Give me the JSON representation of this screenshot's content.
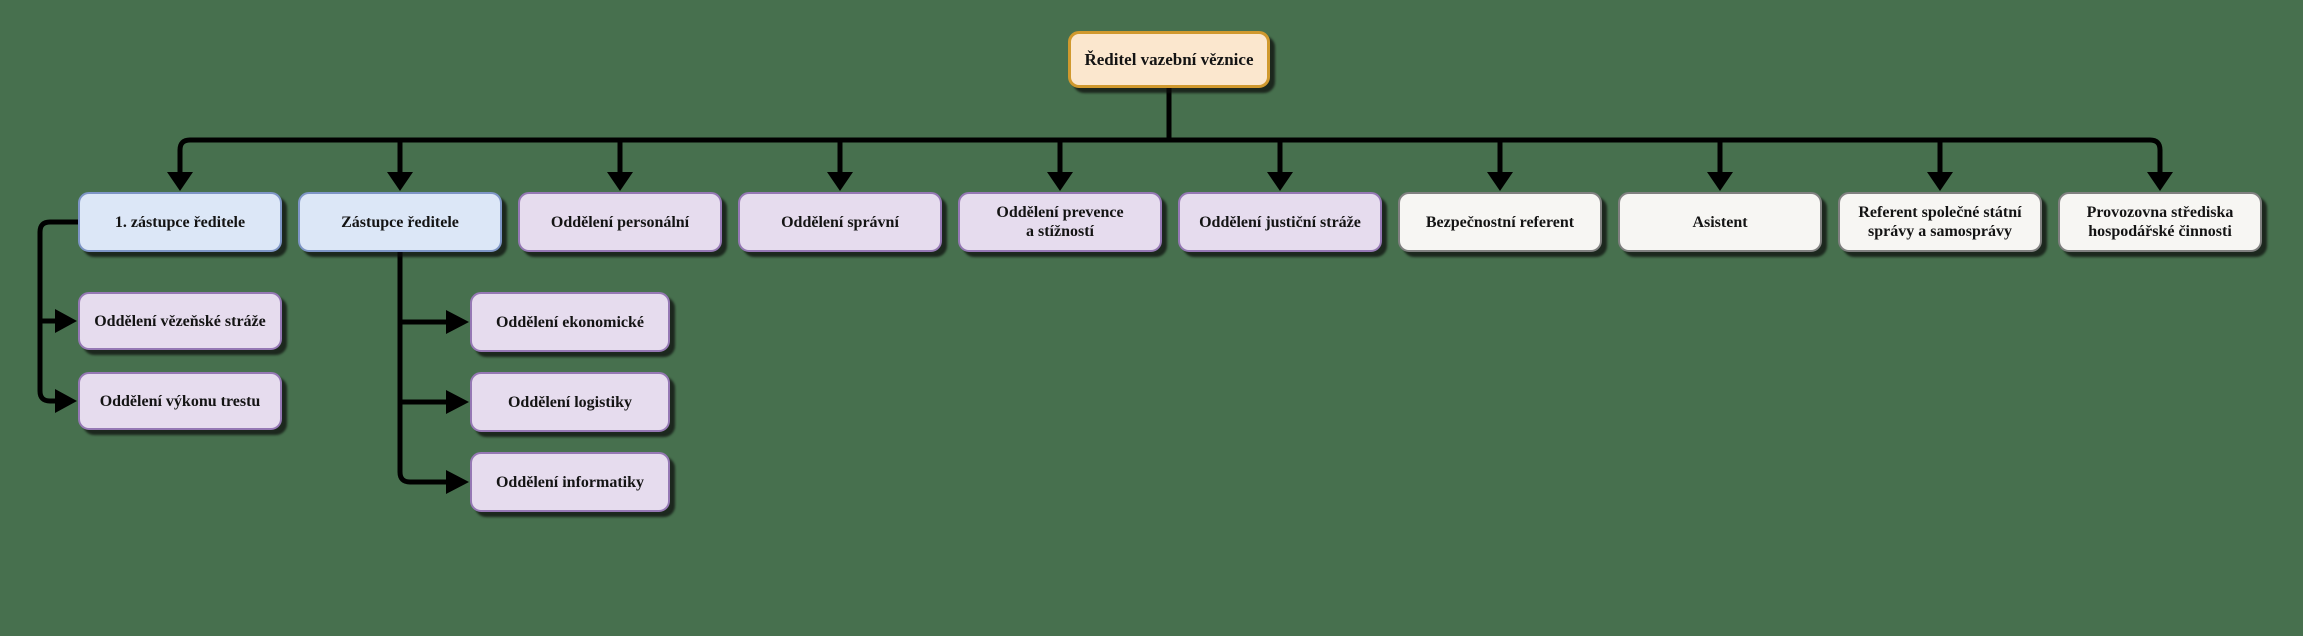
{
  "org": {
    "root": {
      "lines": [
        "Ředitel vazební věznice"
      ]
    },
    "level2": [
      {
        "id": "first-deputy",
        "lines": [
          "1. zástupce ředitele"
        ]
      },
      {
        "id": "deputy",
        "lines": [
          "Zástupce ředitele"
        ]
      },
      {
        "id": "dept-personalni",
        "lines": [
          "Oddělení personální"
        ]
      },
      {
        "id": "dept-spravni",
        "lines": [
          "Oddělení správní"
        ]
      },
      {
        "id": "dept-prevence",
        "lines": [
          "Oddělení prevence",
          "a stížností"
        ]
      },
      {
        "id": "dept-justicni-straze",
        "lines": [
          "Oddělení justiční stráže"
        ]
      },
      {
        "id": "bezpecnostni-referent",
        "lines": [
          "Bezpečnostní referent"
        ]
      },
      {
        "id": "asistent",
        "lines": [
          "Asistent"
        ]
      },
      {
        "id": "referent-spolecne",
        "lines": [
          "Referent společné státní",
          "správy a samosprávy"
        ]
      },
      {
        "id": "provozovna-strediska",
        "lines": [
          "Provozovna střediska",
          "hospodářské činnosti"
        ]
      }
    ],
    "first_deputy_children": [
      {
        "id": "dept-vezenske-straze",
        "lines": [
          "Oddělení vězeňské stráže"
        ]
      },
      {
        "id": "dept-vykonu-trestu",
        "lines": [
          "Oddělení výkonu trestu"
        ]
      }
    ],
    "deputy_children": [
      {
        "id": "dept-ekonomicke",
        "lines": [
          "Oddělení ekonomické"
        ]
      },
      {
        "id": "dept-logistiky",
        "lines": [
          "Oddělení logistiky"
        ]
      },
      {
        "id": "dept-informatiky",
        "lines": [
          "Oddělení informatiky"
        ]
      }
    ]
  },
  "colors": {
    "background": "#47704E",
    "director_fill": "#FBE7CE",
    "director_border": "#D0992E",
    "deputy_fill": "#DCE7F7",
    "deputy_border": "#7E95C6",
    "department_fill": "#E6DCEE",
    "department_border": "#9578B4",
    "staff_fill": "#F7F6F3",
    "staff_border": "#808080",
    "connector": "#000000",
    "text": "#141414"
  }
}
